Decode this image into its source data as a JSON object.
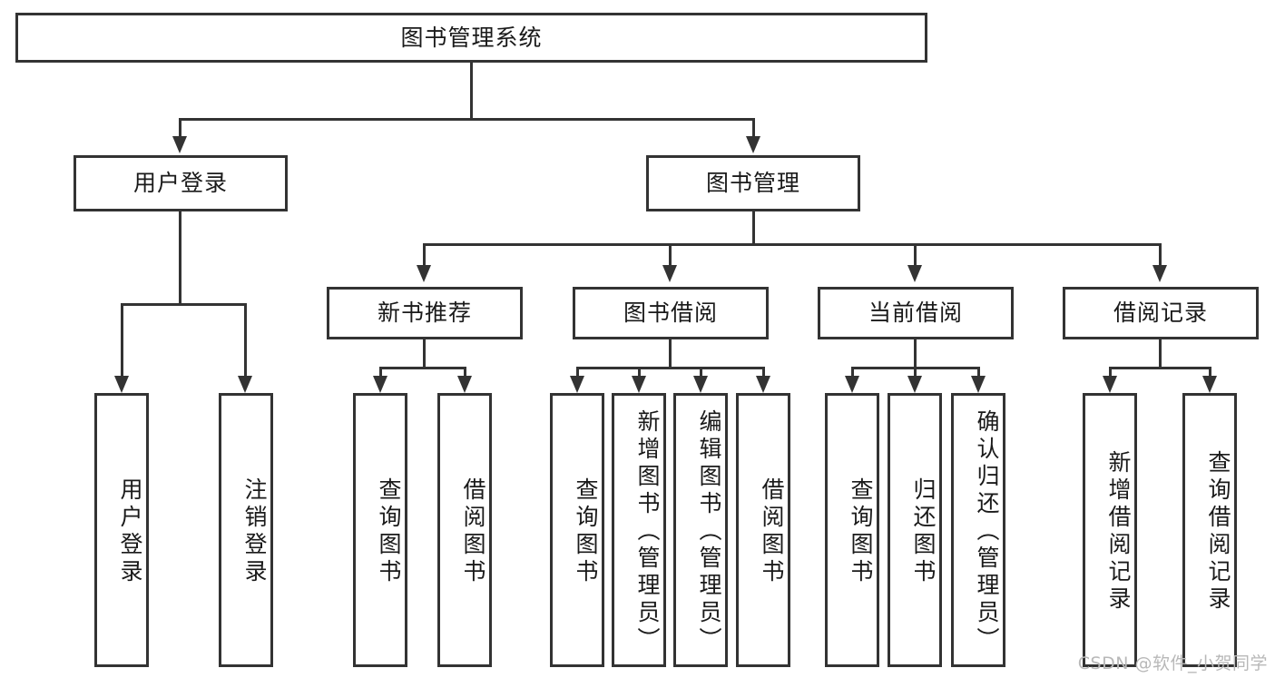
{
  "diagram": {
    "type": "tree",
    "title": "图书管理系统",
    "root": {
      "label": "图书管理系统"
    },
    "level2": [
      {
        "id": "user-login",
        "label": "用户登录"
      },
      {
        "id": "book-management",
        "label": "图书管理"
      }
    ],
    "level3": [
      {
        "id": "new-book-recommend",
        "label": "新书推荐"
      },
      {
        "id": "book-borrow",
        "label": "图书借阅"
      },
      {
        "id": "current-borrow",
        "label": "当前借阅"
      },
      {
        "id": "borrow-record",
        "label": "借阅记录"
      }
    ],
    "leaves": {
      "user_login": [
        {
          "id": "leaf-user-login",
          "label": "用户登录"
        },
        {
          "id": "leaf-logout-login",
          "label": "注销登录"
        }
      ],
      "new_book_recommend": [
        {
          "id": "leaf-query-book-1",
          "label": "查询图书"
        },
        {
          "id": "leaf-borrow-book-1",
          "label": "借阅图书"
        }
      ],
      "book_borrow": [
        {
          "id": "leaf-query-book-2",
          "label": "查询图书"
        },
        {
          "id": "leaf-add-book",
          "label": "新增图书（管理员）"
        },
        {
          "id": "leaf-edit-book",
          "label": "编辑图书（管理员）"
        },
        {
          "id": "leaf-borrow-book-2",
          "label": "借阅图书"
        }
      ],
      "current_borrow": [
        {
          "id": "leaf-query-book-3",
          "label": "查询图书"
        },
        {
          "id": "leaf-return-book",
          "label": "归还图书"
        },
        {
          "id": "leaf-confirm-return",
          "label": "确认归还（管理员）"
        }
      ],
      "borrow_record": [
        {
          "id": "leaf-add-borrow-record",
          "label": "新增借阅记录"
        },
        {
          "id": "leaf-query-borrow-record",
          "label": "查询借阅记录"
        }
      ]
    },
    "colors": {
      "stroke": "#333333",
      "fill": "#ffffff",
      "text": "#1a1a1a",
      "watermark": "#b8b8b8"
    }
  },
  "watermark": {
    "text": "CSDN @软件_小贺同学"
  }
}
